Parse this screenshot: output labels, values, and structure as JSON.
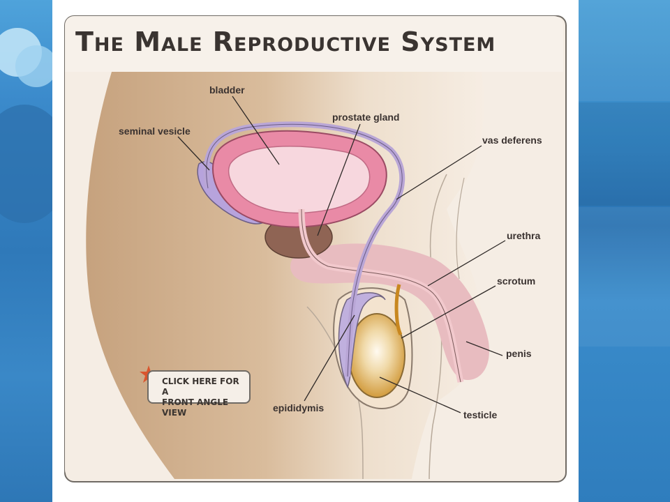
{
  "title": "The Male Reproductive System",
  "labels": {
    "bladder": "bladder",
    "prostate_gland": "prostate gland",
    "seminal_vesicle": "seminal vesicle",
    "vas_deferens": "vas deferens",
    "urethra": "urethra",
    "scrotum": "scrotum",
    "penis": "penis",
    "epididymis": "epididymis",
    "testicle": "testicle"
  },
  "click_button": {
    "line1": "Click here for a",
    "line2": "front angle view"
  },
  "colors": {
    "bladder": "#e98aa6",
    "bladder_inner": "#f6d3da",
    "vas_deferens": "#b9a6d6",
    "prostate": "#8f6656",
    "testicle": "#d9a445",
    "skin_dark": "#c8a683",
    "skin_light": "#f3e6d6",
    "penis": "#e6b5b9",
    "star": "#d9552e"
  }
}
